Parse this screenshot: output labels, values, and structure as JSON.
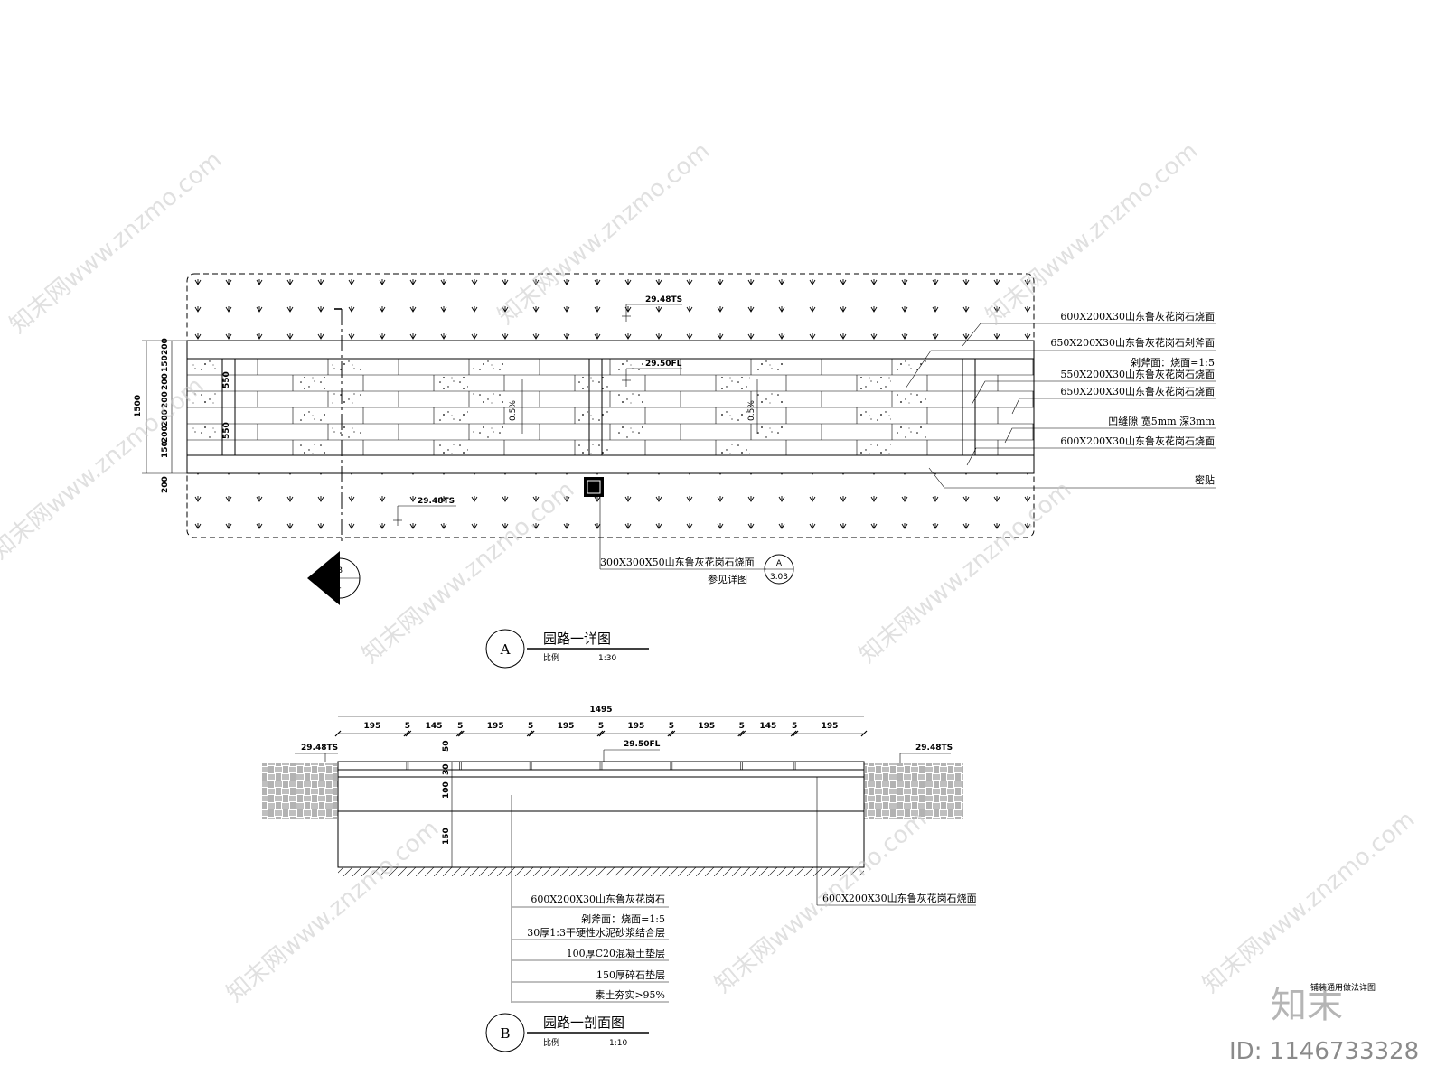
{
  "plan": {
    "elevation_top": "29.48TS",
    "elevation_mid": "29.50FL",
    "elevation_bottom": "29.48TS",
    "slope_left": "0.5%",
    "slope_right": "0.5%",
    "dims_left_total": "1500",
    "dims_left_parts": [
      "200",
      "150",
      "200",
      "200",
      "200",
      "200",
      "150",
      "200"
    ],
    "dims_inner": [
      "550",
      "550"
    ],
    "labels": [
      "600X200X30山东鲁灰花岗石烧面",
      "650X200X30山东鲁灰花岗石剁斧面",
      "剁斧面：烧面=1:5",
      "550X200X30山东鲁灰花岗石烧面",
      "650X200X30山东鲁灰花岗石烧面",
      "凹缝隙 宽5mm 深3mm",
      "600X200X30山东鲁灰花岗石烧面",
      "密贴"
    ],
    "drain_label": "300X300X50山东鲁灰花岗石烧面",
    "drain_ref": "参见详图",
    "detail_bubble_top": "A",
    "detail_bubble_bottom": "3.03",
    "section_bubble_top": "B",
    "section_bubble_bottom": "-"
  },
  "title_a": {
    "letter": "A",
    "title": "园路一详图",
    "scale_label": "比例",
    "scale": "1:30"
  },
  "section": {
    "total": "1495",
    "segments": [
      "195",
      "5",
      "145",
      "5",
      "195",
      "5",
      "195",
      "5",
      "195",
      "5",
      "195",
      "5",
      "145",
      "5",
      "195"
    ],
    "elevation_left": "29.48TS",
    "elevation_center": "29.50FL",
    "elevation_right": "29.48TS",
    "layer_dims": [
      "50",
      "30",
      "100",
      "150"
    ],
    "right_label": "600X200X30山东鲁灰花岗石烧面",
    "layers": [
      "600X200X30山东鲁灰花岗石",
      "剁斧面：烧面=1:5",
      "30厚1:3干硬性水泥砂浆结合层",
      "100厚C20混凝土垫层",
      "150厚碎石垫层",
      "素土夯实>95%"
    ]
  },
  "title_b": {
    "letter": "B",
    "title": "园路一剖面图",
    "scale_label": "比例",
    "scale": "1:10"
  },
  "corner": {
    "note": "铺装通用做法详图一"
  },
  "branding": {
    "watermark": "知末网www.znzmo.com",
    "logo": "知末",
    "id": "ID: 1146733328"
  }
}
